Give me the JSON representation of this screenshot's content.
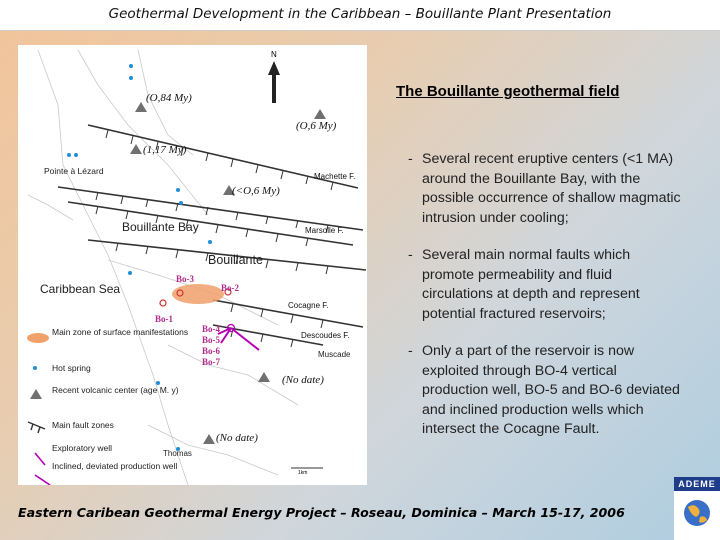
{
  "header": {
    "title": "Geothermal Development in the Caribbean – Bouillante Plant Presentation"
  },
  "slide": {
    "heading": "The Bouillante geothermal field",
    "bullets": [
      {
        "dash": "-",
        "text": "Several recent eruptive centers (<1 MA) around the Bouillante Bay, with the possible occurrence of shallow magmatic intrusion under cooling;"
      },
      {
        "dash": "-",
        "text": "Several main normal faults which promote permeability and fluid circulations at depth and represent potential fractured reservoirs;"
      },
      {
        "dash": "-",
        "text": "Only a part of the reservoir is now exploited through BO-4 vertical production well, BO-5 and BO-6 deviated and inclined production wells which intersect the Cocagne Fault."
      }
    ]
  },
  "map": {
    "north": "N",
    "ages": [
      "(O,84 My)",
      "(O,6 My)",
      "(1,17 My)",
      "(<O,6 My)",
      "(No date)",
      "(No date)"
    ],
    "places": [
      "Pointe à Lézard",
      "Bouillante Bay",
      "Bouillante",
      "Caribbean Sea",
      "Thomas",
      "Muscade"
    ],
    "faults": [
      "Machette F.",
      "Marsolle F.",
      "Cocagne F.",
      "Descoudes F."
    ],
    "wells": [
      "Bo-3",
      "Bo-2",
      "Bo-1",
      "Bo-4",
      "Bo-5",
      "Bo-6",
      "Bo-7"
    ],
    "legend": [
      "Main zone of surface manifestations",
      "Hot spring",
      "Recent volcanic center (age M. y)",
      "Main fault zones",
      "Exploratory well",
      "Inclined, deviated production well"
    ],
    "scale": "1km",
    "colors": {
      "well": "#cc3333",
      "production_well": "#b400b4",
      "spring": "#1f8fd6",
      "volcano": "#707070",
      "fault": "#333333",
      "manifestation": "#f0a06a"
    }
  },
  "footer": {
    "text": "Eastern Caribean Geothermal Energy Project – Roseau, Dominica – March 15-17, 2006"
  },
  "logo": {
    "brand": "ADEME"
  }
}
